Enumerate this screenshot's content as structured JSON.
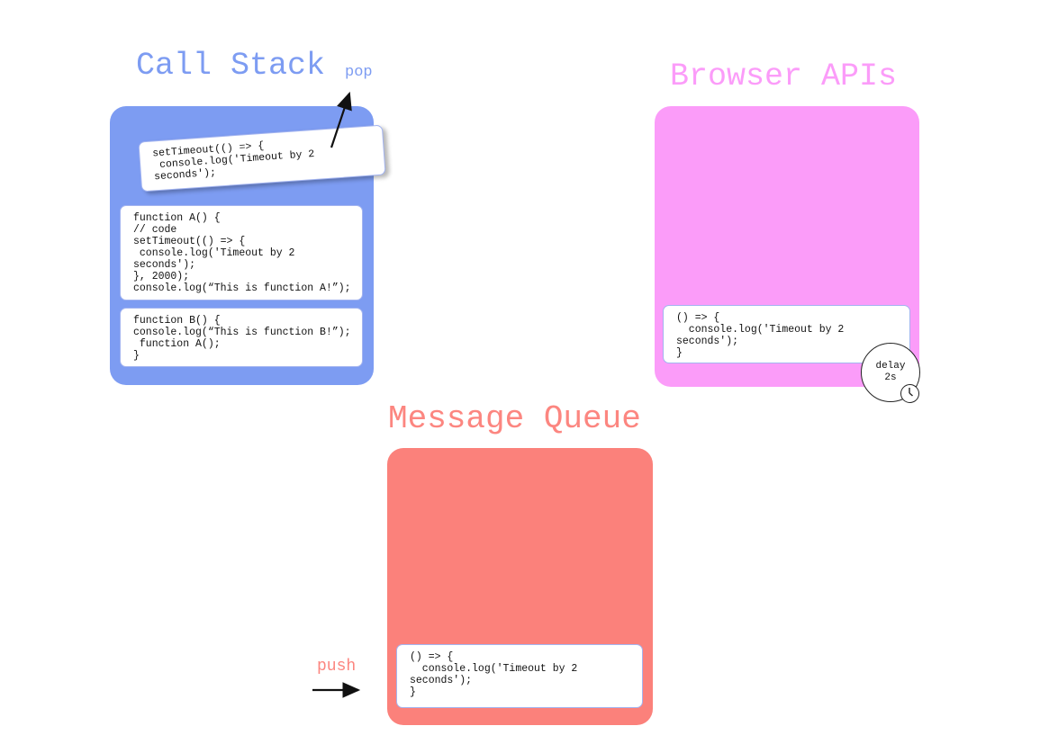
{
  "call_stack": {
    "title": "Call Stack",
    "pop_label": "pop",
    "box_color": "#7d9cf2",
    "settimeout_card_code": "setTimeout(() => {\n console.log('Timeout by 2\nseconds');",
    "function_a_code": "function A() {\n// code\nsetTimeout(() => {\n console.log('Timeout by 2\nseconds');\n}, 2000);\nconsole.log(“This is function A!”);",
    "function_b_code": "function B() {\nconsole.log(“This is function B!”);\n function A();\n}"
  },
  "browser_apis": {
    "title": "Browser APIs",
    "box_color": "#fb9cf9",
    "callback_code": "() => {\n  console.log('Timeout by 2\nseconds');\n}",
    "delay_badge": "delay\n2s",
    "delay_icon": "clock-icon"
  },
  "message_queue": {
    "title": "Message Queue",
    "push_label": "push",
    "box_color": "#fb817b",
    "callback_code": "() => {\n  console.log('Timeout by 2\nseconds');\n}"
  }
}
